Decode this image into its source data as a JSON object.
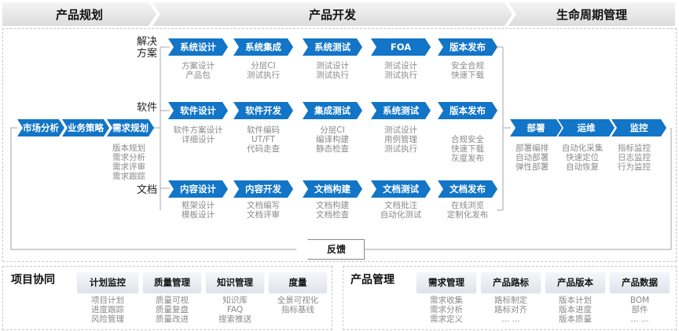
{
  "phases": {
    "planning": "产品规划",
    "development": "产品开发",
    "lifecycle": "生命周期管理"
  },
  "lanes": {
    "solution": [
      "解决",
      "方案"
    ],
    "software": "软件",
    "docs": "文档"
  },
  "planning_steps": [
    {
      "label": "市场分析"
    },
    {
      "label": "业务策略"
    },
    {
      "label": "需求规划",
      "subs": [
        "版本规划",
        "需求分析",
        "需求评审",
        "需求跟踪"
      ]
    }
  ],
  "solution_row": [
    {
      "label": "系统设计",
      "subs": [
        "方案设计",
        "产品包"
      ]
    },
    {
      "label": "系统集成",
      "subs": [
        "分层CI",
        "测试执行"
      ]
    },
    {
      "label": "系统测试",
      "subs": [
        "测试设计",
        "测试执行"
      ]
    },
    {
      "label": "FOA",
      "subs": [
        "测试设计",
        "测试执行"
      ]
    },
    {
      "label": "版本发布",
      "subs": [
        "安全合规",
        "快速下载"
      ]
    }
  ],
  "software_row": [
    {
      "label": "软件设计",
      "subs": [
        "软件方案设计",
        "详细设计"
      ]
    },
    {
      "label": "软件开发",
      "subs": [
        "软件编码",
        "UT/FT",
        "代码走查"
      ]
    },
    {
      "label": "集成测试",
      "subs": [
        "分层CI",
        "编译构建",
        "静态检查"
      ]
    },
    {
      "label": "系统测试",
      "subs": [
        "测试设计",
        "用例管理",
        "测试执行"
      ]
    },
    {
      "label": "版本发布",
      "subs": [
        "合规安全",
        "快速下载",
        "灰度发布"
      ]
    }
  ],
  "docs_row": [
    {
      "label": "内容设计",
      "subs": [
        "框架设计",
        "模板设计"
      ]
    },
    {
      "label": "内容开发",
      "subs": [
        "文档编写",
        "文档评审"
      ]
    },
    {
      "label": "文档构建",
      "subs": [
        "文档构建",
        "文档检查"
      ]
    },
    {
      "label": "文档测试",
      "subs": [
        "文档批注",
        "自动化测试"
      ]
    },
    {
      "label": "文档发布",
      "subs": [
        "在线浏览",
        "定制化发布"
      ]
    }
  ],
  "lifecycle_row": [
    {
      "label": "部署",
      "subs": [
        "部署编排",
        "自动部署",
        "弹性部署"
      ]
    },
    {
      "label": "运维",
      "subs": [
        "自动化采集",
        "快速定位",
        "自动恢复"
      ]
    },
    {
      "label": "监控",
      "subs": [
        "指标监控",
        "日志监控",
        "行为监控"
      ]
    }
  ],
  "feedback": {
    "label": "反馈"
  },
  "project_collab": {
    "title": "项目协同",
    "tabs": [
      {
        "label": "计划监控",
        "subs": [
          "项目计划",
          "进度跟踪",
          "风险管理"
        ]
      },
      {
        "label": "质量管理",
        "subs": [
          "质量可视",
          "质量复盘",
          "质量改进"
        ]
      },
      {
        "label": "知识管理",
        "subs": [
          "知识库",
          "FAQ",
          "搜索推送"
        ]
      },
      {
        "label": "度量",
        "subs": [
          "全景可视化",
          "指标基线"
        ]
      }
    ]
  },
  "product_mgmt": {
    "title": "产品管理",
    "tabs": [
      {
        "label": "需求管理",
        "subs": [
          "需求收集",
          "需求分析",
          "需求定义"
        ]
      },
      {
        "label": "产品路标",
        "subs": [
          "路标制定",
          "路标对齐",
          "... ..."
        ]
      },
      {
        "label": "产品版本",
        "subs": [
          "版本计划",
          "版本进度",
          "版本质量"
        ]
      },
      {
        "label": "产品数据",
        "subs": [
          "BOM",
          "部件",
          "... ..."
        ]
      }
    ]
  },
  "colors": {
    "accent": "#1275c7",
    "sub_text": "#8a8a8a"
  }
}
